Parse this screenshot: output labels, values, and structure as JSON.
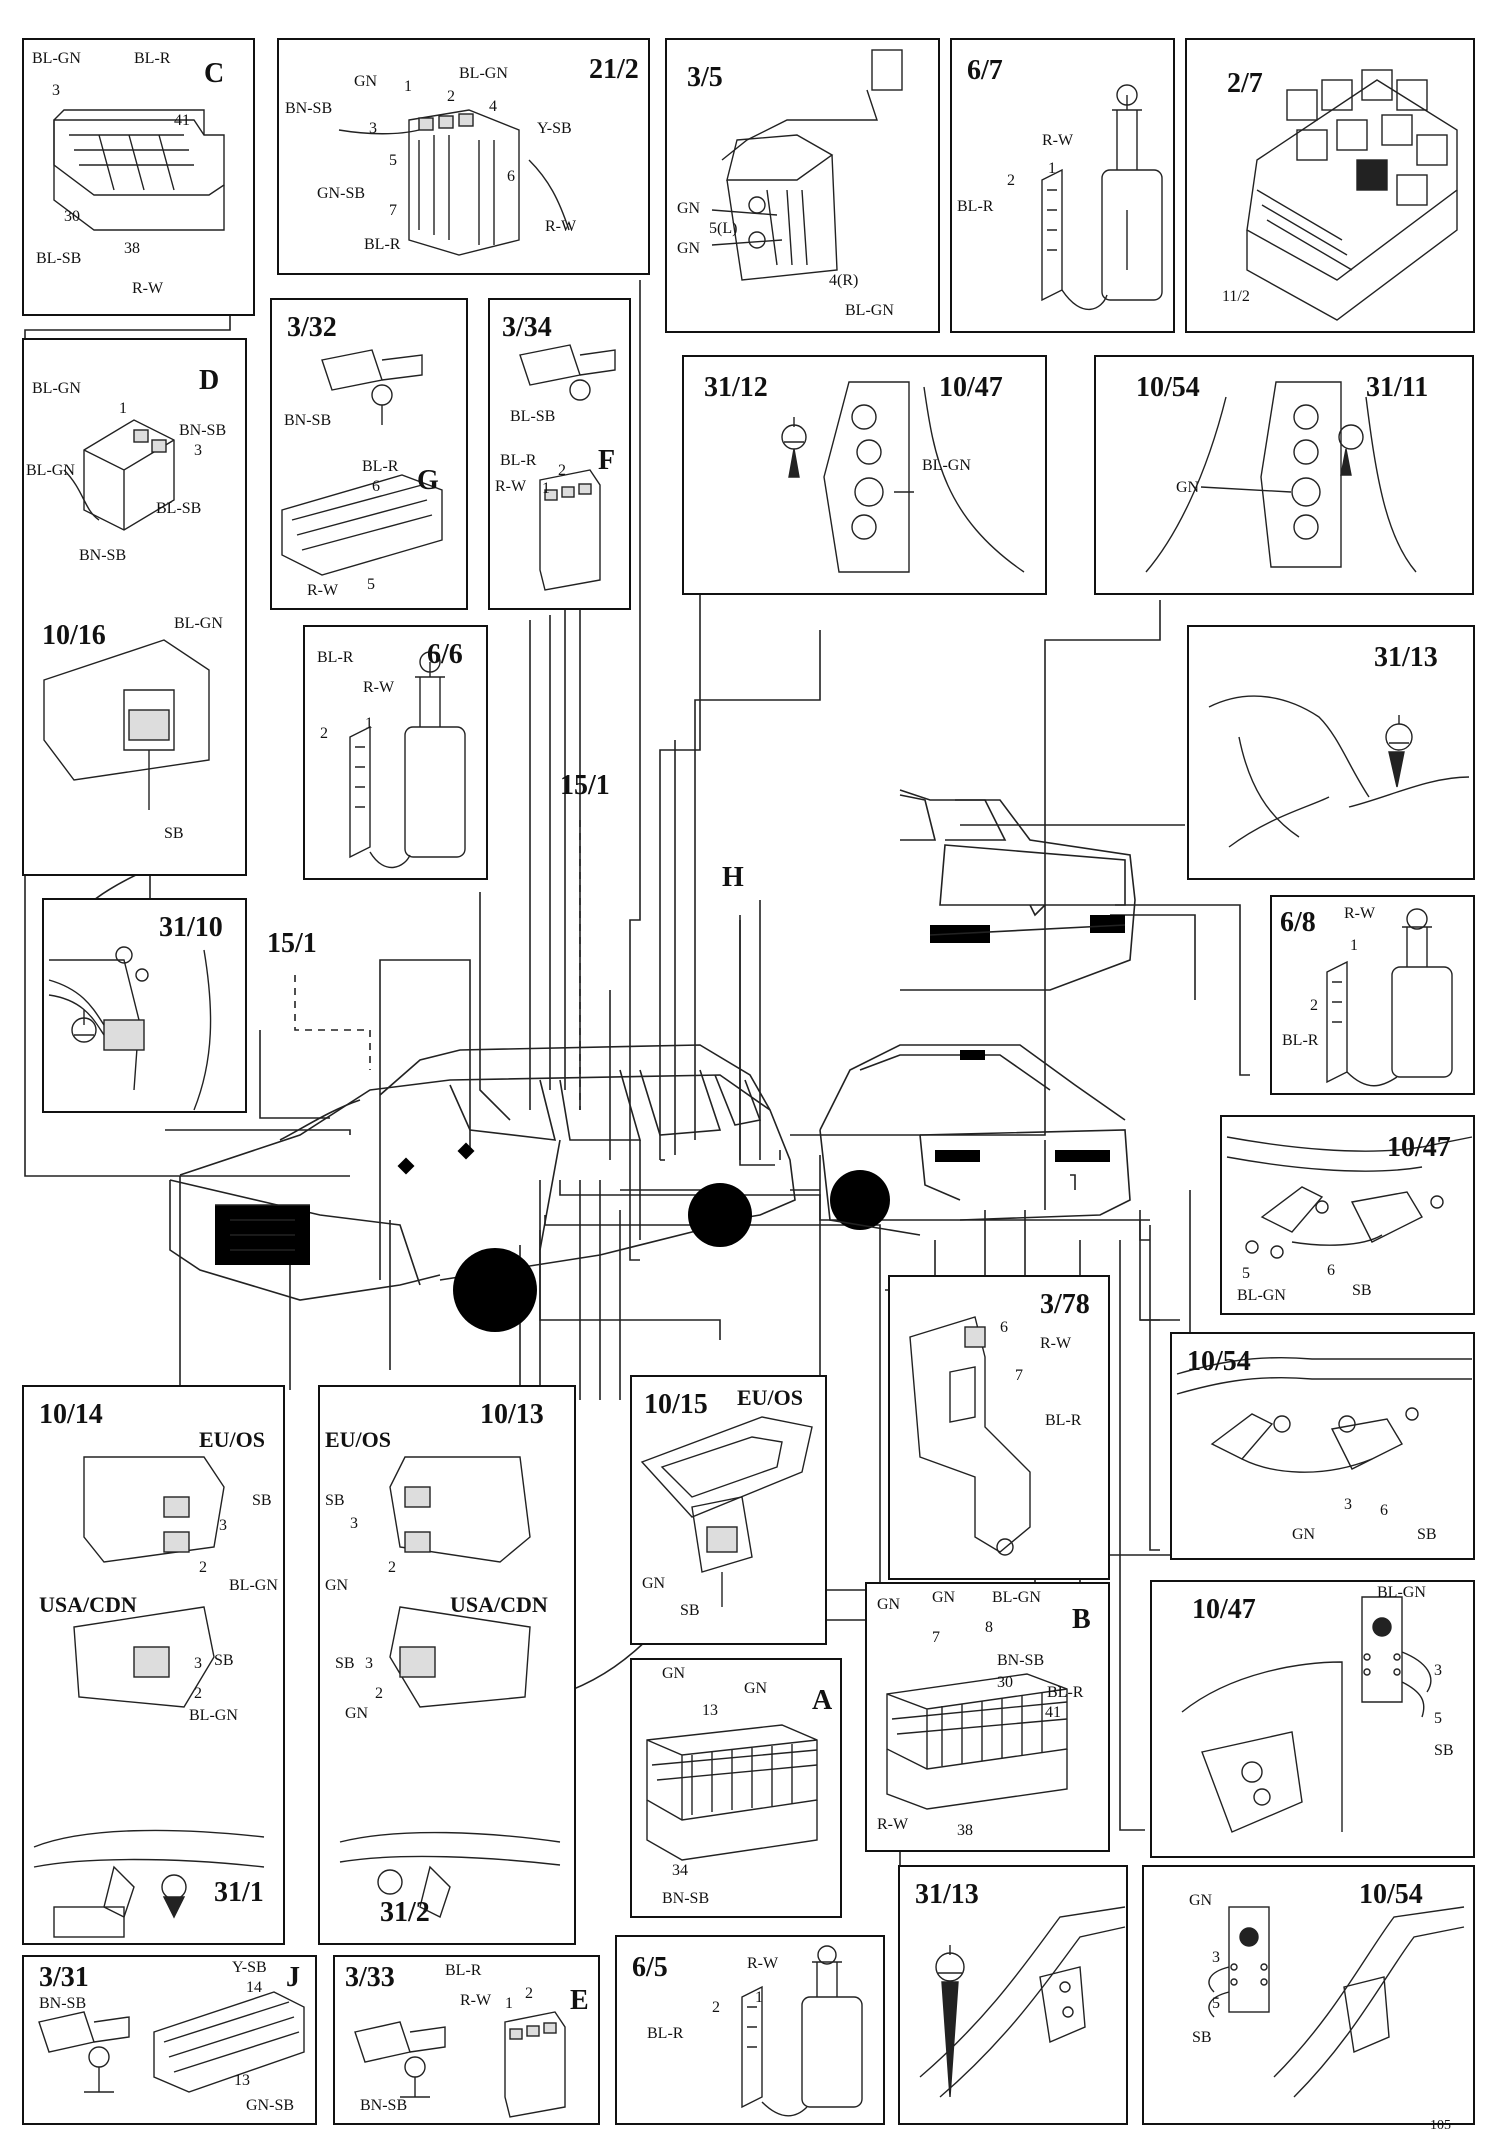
{
  "panels": {
    "c": {
      "title": "C",
      "l1": "BL-GN",
      "l2": "BL-R",
      "l3": "3",
      "l4": "41",
      "l5": "30",
      "l6": "38",
      "l7": "BL-SB",
      "l8": "R-W"
    },
    "p21_2": {
      "title": "21/2",
      "l1": "GN",
      "l2": "1",
      "l3": "BL-GN",
      "l4": "2",
      "l5": "BN-SB",
      "l6": "4",
      "l7": "3",
      "l8": "Y-SB",
      "l9": "5",
      "l10": "6",
      "l11": "GN-SB",
      "l12": "7",
      "l13": "BL-R",
      "l14": "R-W"
    },
    "p3_5": {
      "title": "3/5",
      "l1": "GN",
      "l2": "5(L)",
      "l3": "GN",
      "l4": "4(R)",
      "l5": "BL-GN"
    },
    "p6_7": {
      "title": "6/7",
      "l1": "R-W",
      "l2": "2",
      "l3": "1",
      "l4": "BL-R"
    },
    "p2_7": {
      "title": "2/7",
      "l1": "11/2"
    },
    "d": {
      "title": "D",
      "l1": "BL-GN",
      "l2": "1",
      "l3": "BN-SB",
      "l4": "3",
      "l5": "BL-GN",
      "l6": "BL-SB",
      "l7": "BN-SB"
    },
    "p10_16": {
      "title": "10/16",
      "l1": "BL-GN",
      "l2": "SB"
    },
    "p3_32": {
      "title": "3/32",
      "l1": "BN-SB",
      "g": "G",
      "l2": "BL-R",
      "l3": "6",
      "l4": "R-W",
      "l5": "5"
    },
    "p3_34": {
      "title": "3/34",
      "l1": "BL-SB",
      "f": "F",
      "l2": "BL-R",
      "l3": "2",
      "l4": "R-W",
      "l5": "1"
    },
    "p31_12": {
      "title": "31/12",
      "title2": "10/47",
      "l1": "BL-GN"
    },
    "p10_54a": {
      "title": "10/54",
      "title2": "31/11",
      "l1": "GN"
    },
    "p6_6": {
      "title": "6/6",
      "l1": "BL-R",
      "l2": "R-W",
      "l3": "2",
      "l4": "1"
    },
    "p31_13a": {
      "title": "31/13"
    },
    "p31_10": {
      "title": "31/10"
    },
    "p6_8": {
      "title": "6/8",
      "l1": "R-W",
      "l2": "1",
      "l3": "2",
      "l4": "BL-R"
    },
    "p10_47a": {
      "title": "10/47",
      "l1": "5",
      "l2": "6",
      "l3": "BL-GN",
      "l4": "SB"
    },
    "p3_78": {
      "title": "3/78",
      "l1": "6",
      "l2": "R-W",
      "l3": "7",
      "l4": "BL-R"
    },
    "p10_54b": {
      "title": "10/54",
      "l1": "3",
      "l2": "6",
      "l3": "GN",
      "l4": "SB"
    },
    "p10_14": {
      "title": "10/14",
      "sub1": "EU/OS",
      "l1": "SB",
      "l2": "3",
      "l3": "2",
      "l4": "BL-GN",
      "sub2": "USA/CDN",
      "l5": "3",
      "l6": "SB",
      "l7": "2",
      "l8": "BL-GN",
      "t2": "31/1"
    },
    "p10_13": {
      "title": "10/13",
      "sub1": "EU/OS",
      "l1": "SB",
      "l2": "3",
      "l3": "2",
      "l4": "GN",
      "sub2": "USA/CDN",
      "l5": "SB",
      "l6": "3",
      "l7": "2",
      "l8": "GN",
      "t2": "31/2"
    },
    "p10_15": {
      "title": "10/15",
      "sub1": "EU/OS",
      "l1": "GN",
      "l2": "SB"
    },
    "a": {
      "title": "A",
      "l1": "GN",
      "l2": "13",
      "l3": "GN",
      "l4": "34",
      "l5": "BN-SB"
    },
    "b": {
      "title": "B",
      "l1": "GN",
      "l2": "GN",
      "l3": "BL-GN",
      "l4": "7",
      "l5": "8",
      "l6": "BN-SB",
      "l7": "30",
      "l8": "BL-R",
      "l9": "41",
      "l10": "R-W",
      "l11": "38"
    },
    "p10_47b": {
      "title": "10/47",
      "l1": "BL-GN",
      "l2": "3",
      "l3": "5",
      "l4": "SB"
    },
    "p3_31": {
      "title": "3/31",
      "l1": "BN-SB",
      "l2": "Y-SB",
      "l3": "14",
      "j": "J",
      "l4": "13",
      "l5": "GN-SB"
    },
    "p3_33": {
      "title": "3/33",
      "l1": "BN-SB",
      "l2": "BL-R",
      "l3": "2",
      "l4": "R-W",
      "l5": "1",
      "e": "E"
    },
    "p6_5": {
      "title": "6/5",
      "l1": "R-W",
      "l2": "2",
      "l3": "1",
      "l4": "BL-R"
    },
    "p31_13b": {
      "title": "31/13"
    },
    "p10_54c": {
      "title": "10/54",
      "l1": "GN",
      "l2": "3",
      "l3": "5",
      "l4": "SB"
    }
  },
  "callouts": {
    "h": "H",
    "f15_1a": "15/1",
    "f15_1b": "15/1"
  },
  "page_number": "105"
}
